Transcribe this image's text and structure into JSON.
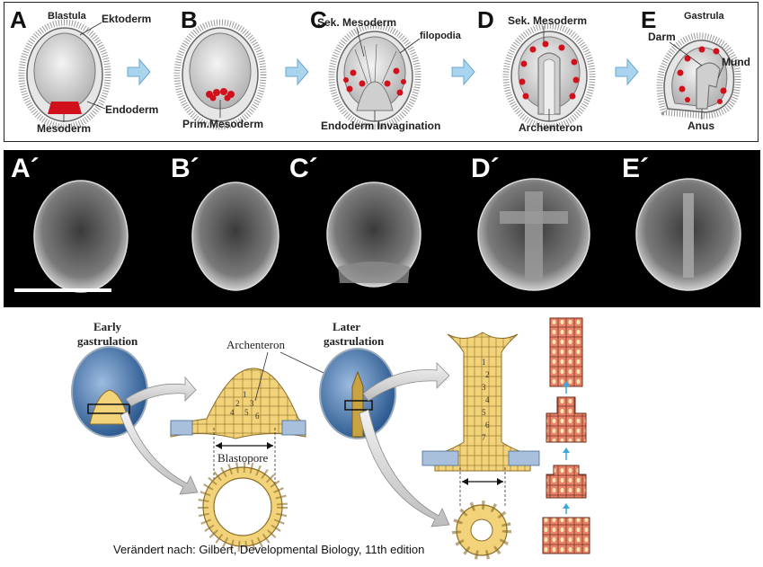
{
  "top_panel": {
    "stages": [
      {
        "letter": "A",
        "title": "Blastula"
      },
      {
        "letter": "B",
        "title": ""
      },
      {
        "letter": "C",
        "title": ""
      },
      {
        "letter": "D",
        "title": ""
      },
      {
        "letter": "E",
        "title": "Gastrula"
      }
    ],
    "labels": {
      "ektoderm": "Ektoderm",
      "endoderm": "Endoderm",
      "mesoderm": "Mesoderm",
      "prim_mesoderm": "Prim.Mesoderm",
      "sek_mesoderm_c": "Sek. Mesoderm",
      "filopodia": "filopodia",
      "endoderm_invagination": "Endoderm Invagination",
      "sek_mesoderm_d": "Sek. Mesoderm",
      "archenteron": "Archenteron",
      "darm": "Darm",
      "mund": "Mund",
      "anus": "Anus"
    },
    "colors": {
      "mesoderm": "#d0111b",
      "embryo_fill": "#d8d8d8",
      "arrow": "#a8d4ee"
    }
  },
  "sem_panel": {
    "letters": [
      "A´",
      "B´",
      "C´",
      "D´",
      "E´"
    ]
  },
  "bottom_panel": {
    "early_title_1": "Early",
    "early_title_2": "gastrulation",
    "later_title_1": "Later",
    "later_title_2": "gastrulation",
    "archenteron": "Archenteron",
    "blastopore": "Blastopore",
    "cell_numbers_early": [
      "1",
      "2",
      "3",
      "4",
      "5",
      "6"
    ],
    "cell_numbers_later": [
      "1",
      "2",
      "3",
      "4",
      "5",
      "6",
      "7"
    ],
    "colors": {
      "yellow": "#f2d37a",
      "blue": "#4a78a8",
      "pink": "#e8836a"
    }
  },
  "caption": "Verändert nach: Gilbert, Developmental Biology, 11th edition"
}
